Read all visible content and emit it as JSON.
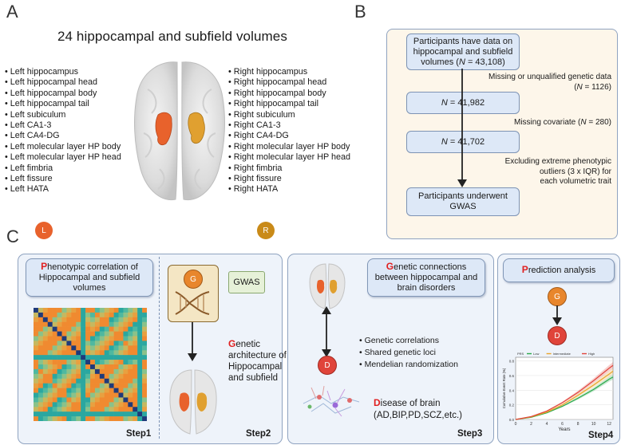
{
  "panel_a": {
    "letter": "A",
    "title": "24 hippocampal and subfield volumes",
    "left_items": [
      "Left hippocampus",
      "Left hippocampal head",
      "Left hippocampal body",
      "Left hippocampal tail",
      "Left subiculum",
      "Left CA1-3",
      "Left CA4-DG",
      "Left molecular layer HP body",
      "Left molecular layer HP head",
      "Left fimbria",
      "Left fissure",
      "Left HATA"
    ],
    "right_items": [
      "Right hippocampus",
      "Right hippocampal head",
      "Right hippocampal body",
      "Right hippocampal tail",
      "Right subiculum",
      "Right CA1-3",
      "Right CA4-DG",
      "Right molecular layer HP body",
      "Right molecular layer HP head",
      "Right fimbria",
      "Right fissure",
      "Right HATA"
    ],
    "left_badge": "L",
    "right_badge": "R",
    "colors": {
      "left": "#e8622c",
      "right": "#c98a18"
    }
  },
  "panel_b": {
    "letter": "B",
    "box1_line1": "Participants have data on",
    "box1_line2": "hippocampal and subfield",
    "box1_line3_pre": "volumes (",
    "box1_n": "N",
    "box1_line3_post": " = 43,108)",
    "note1_line1": "Missing or unqualified genetic data",
    "note1_line2_pre": "(",
    "note1_n": "N",
    "note1_line2_post": " = 1126)",
    "box2_n": "N",
    "box2_val": " = 41,982",
    "note2_pre": "Missing covariate (",
    "note2_n": "N",
    "note2_post": " = 280)",
    "box3_n": "N",
    "box3_val": " = 41,702",
    "note3_line1": "Excluding extreme phenotypic",
    "note3_line2": "outliers (3 x IQR) for",
    "note3_line3": "each volumetric trait",
    "box4_line1": "Participants underwent",
    "box4_line2": "GWAS"
  },
  "panel_c": {
    "letter": "C",
    "step1": {
      "first_letter": "P",
      "rest": "henotypic",
      "tail": " correlation of",
      "line2": "Hippocampal and subfield",
      "line3": "volumes",
      "label": "Step1"
    },
    "step2": {
      "g_badge": "G",
      "gwas": "GWAS",
      "first_letter": "G",
      "rest": "enetic",
      "line2": "architecture of",
      "line3": "Hippocampal",
      "line4": "and subfield",
      "label": "Step2"
    },
    "step3": {
      "first_letter": "G",
      "rest": "enetic",
      "tail": " connections",
      "line2": "between hippocampal and",
      "line3": "brain disorders",
      "bullets": [
        "Genetic correlations",
        "Shared genetic loci",
        "Mendelian randomization"
      ],
      "d_badge": "D",
      "disease_first": "D",
      "disease_rest": "isease",
      "disease_tail": " of  brain",
      "disease_line2": "(AD,BIP,PD,SCZ,etc.)",
      "label": "Step3"
    },
    "step4": {
      "first_letter": "P",
      "rest": "rediction",
      "tail": " analysis",
      "g_badge": "G",
      "d_badge": "D",
      "label": "Step4"
    }
  },
  "chart_data": {
    "type": "line",
    "title": "",
    "xlabel": "Years",
    "ylabel": "Cumulative Event Rate (%)",
    "xlim": [
      0,
      12.5
    ],
    "ylim": [
      0,
      0.85
    ],
    "xticks": [
      "0",
      "2",
      "4",
      "6",
      "8",
      "10",
      "12"
    ],
    "yticks": [
      "0.0",
      "0.2",
      "0.4",
      "0.6",
      "0.8"
    ],
    "legend_title": "PRS",
    "series": [
      {
        "name": "Low",
        "color": "#2aa84a",
        "x": [
          0,
          2,
          4,
          6,
          8,
          10,
          12,
          12.5
        ],
        "y": [
          0.0,
          0.03,
          0.09,
          0.18,
          0.29,
          0.41,
          0.55,
          0.58
        ]
      },
      {
        "name": "Intermediate",
        "color": "#e9a428",
        "x": [
          0,
          2,
          4,
          6,
          8,
          10,
          12,
          12.5
        ],
        "y": [
          0.0,
          0.035,
          0.1,
          0.2,
          0.33,
          0.47,
          0.62,
          0.66
        ]
      },
      {
        "name": "High",
        "color": "#e0443a",
        "x": [
          0,
          2,
          4,
          6,
          8,
          10,
          12,
          12.5
        ],
        "y": [
          0.0,
          0.04,
          0.115,
          0.23,
          0.37,
          0.53,
          0.7,
          0.74
        ]
      }
    ]
  }
}
